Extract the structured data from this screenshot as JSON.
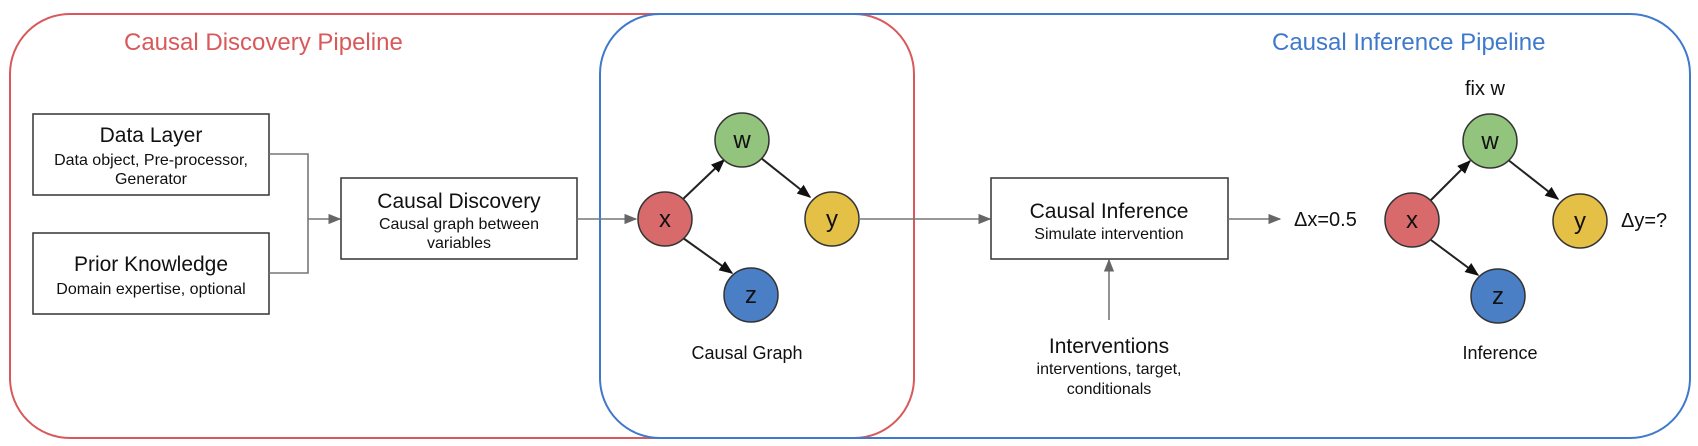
{
  "pipelines": {
    "discovery_title": "Causal Discovery Pipeline",
    "inference_title": "Causal Inference Pipeline"
  },
  "boxes": {
    "data_layer": {
      "title": "Data Layer",
      "sub1": "Data object, Pre-processor,",
      "sub2": "Generator"
    },
    "prior_knowledge": {
      "title": "Prior Knowledge",
      "sub1": "Domain expertise, optional"
    },
    "causal_discovery": {
      "title": "Causal Discovery",
      "sub1": "Causal graph between",
      "sub2": "variables"
    },
    "causal_inference": {
      "title": "Causal Inference",
      "sub1": "Simulate intervention"
    },
    "interventions": {
      "title": "Interventions",
      "sub1": "interventions, target,",
      "sub2": "conditionals"
    }
  },
  "causal_graph": {
    "caption": "Causal Graph",
    "nodes": {
      "x": "x",
      "w": "w",
      "y": "y",
      "z": "z"
    }
  },
  "inference_graph": {
    "caption": "Inference",
    "fix_label": "fix w",
    "delta_x": "Δx=0.5",
    "delta_y": "Δy=?",
    "nodes": {
      "x": "x",
      "w": "w",
      "y": "y",
      "z": "z"
    }
  },
  "colors": {
    "discovery": "#d9595a",
    "inference": "#3f79cc",
    "node_x": "#d86a6c",
    "node_w": "#93c47d",
    "node_y": "#e5c047",
    "node_z": "#4a7fc6"
  }
}
